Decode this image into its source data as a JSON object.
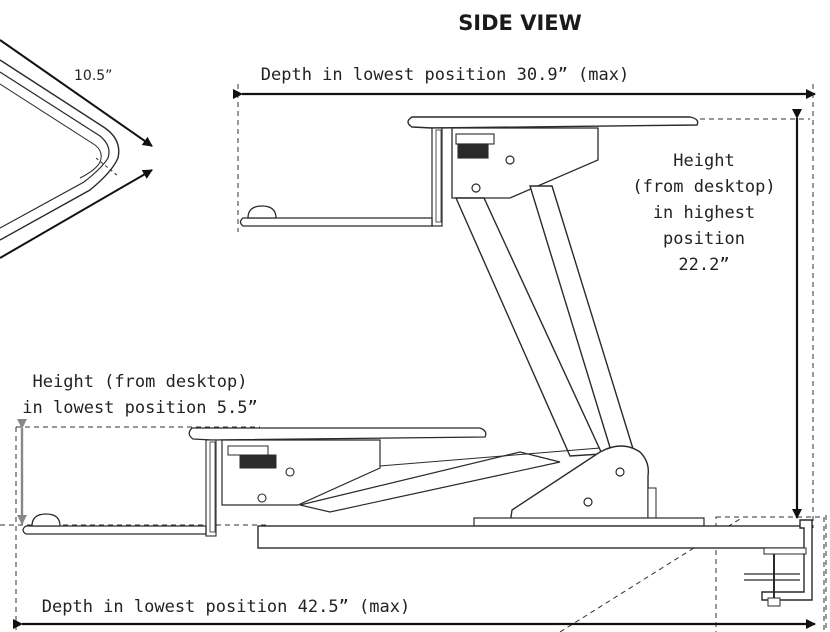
{
  "title": "SIDE VIEW",
  "labels": {
    "width_partial": "10.5”",
    "depth_top": "Depth in lowest position 30.9” (max)",
    "height_high_line1": "Height",
    "height_high_line2": "(from desktop)",
    "height_high_line3": "in highest",
    "height_high_line4": "position",
    "height_high_line5": "22.2”",
    "height_low_line1": "Height (from desktop)",
    "height_low_line2": "in lowest position 5.5”",
    "depth_bottom": "Depth in lowest position 42.5” (max)"
  },
  "colors": {
    "outline": "#2a2a2a",
    "arrow": "#111111",
    "grey_arrow": "#888888",
    "fill": "#ffffff"
  }
}
